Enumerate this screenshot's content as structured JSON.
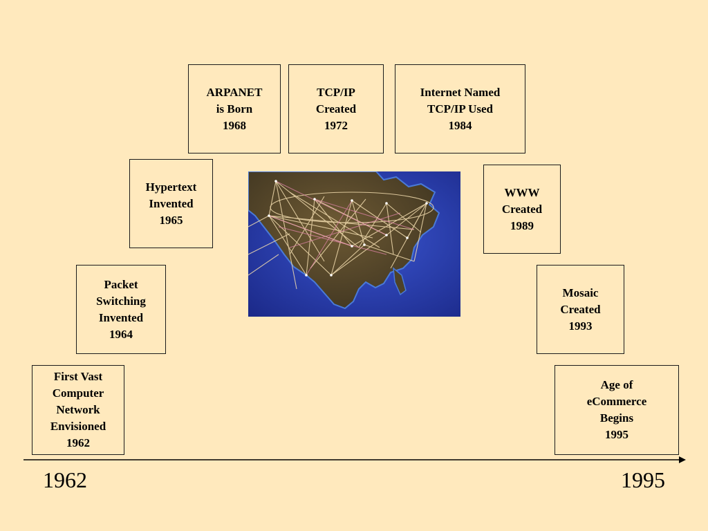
{
  "events": [
    {
      "lines": [
        "First Vast",
        "Computer",
        "Network",
        "Envisioned",
        "1962"
      ]
    },
    {
      "lines": [
        "Packet",
        "Switching",
        "Invented",
        "1964"
      ]
    },
    {
      "lines": [
        "Hypertext",
        "Invented",
        "1965"
      ]
    },
    {
      "lines": [
        "ARPANET",
        "is Born",
        "1968"
      ]
    },
    {
      "lines": [
        "TCP/IP",
        "Created",
        "1972"
      ]
    },
    {
      "lines": [
        "Internet Named",
        "TCP/IP Used",
        "1984"
      ]
    },
    {
      "lines": [
        "WWW",
        "Created",
        "1989"
      ]
    },
    {
      "lines": [
        "Mosaic",
        "Created",
        "1993"
      ]
    },
    {
      "lines": [
        "Age of",
        "eCommerce",
        "Begins",
        "1995"
      ]
    }
  ],
  "timeline": {
    "start_label": "1962",
    "end_label": "1995"
  },
  "colors": {
    "background": "#ffe9bd",
    "ocean": "#2a3fb0",
    "land": "#5a4a2a",
    "links": "#f0d8a8"
  }
}
